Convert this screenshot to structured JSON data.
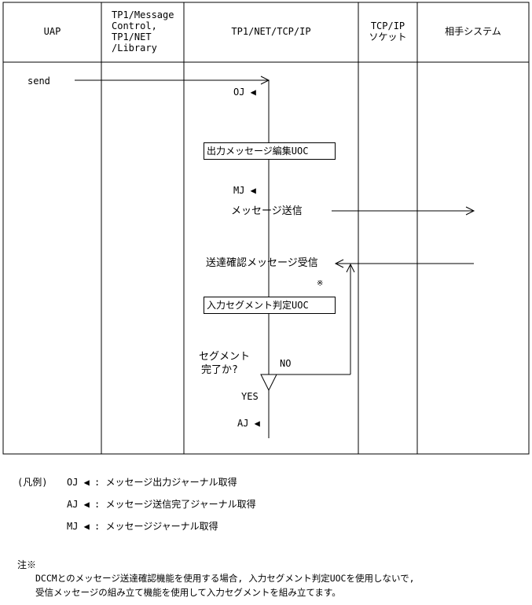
{
  "header": {
    "col1": "UAP",
    "col2": [
      "TP1/Message",
      "Control,",
      "TP1/NET",
      "/Library"
    ],
    "col3": "TP1/NET/TCP/IP",
    "col4": [
      "TCP/IP",
      "ソケット"
    ],
    "col5": "相手システム"
  },
  "flow": {
    "send": "send",
    "oj": "OJ ◀",
    "uoc_output": "出力メッセージ編集UOC",
    "mj": "MJ ◀",
    "msg_send": "メッセージ送信",
    "ack_receive": "送達確認メッセージ受信",
    "asterisk": "※",
    "uoc_input": "入力セグメント判定UOC",
    "seg_q1": "セグメント",
    "seg_q2": "完了か?",
    "no": "NO",
    "yes": "YES",
    "aj": "AJ ◀"
  },
  "legend": {
    "title": "(凡例)",
    "items": [
      {
        "code": "OJ ◀",
        "desc": ": メッセージ出力ジャーナル取得"
      },
      {
        "code": "AJ ◀",
        "desc": ": メッセージ送信完了ジャーナル取得"
      },
      {
        "code": "MJ ◀",
        "desc": ": メッセージジャーナル取得"
      }
    ]
  },
  "note": {
    "title": "注※",
    "lines": [
      "DCCMとのメッセージ送達確認機能を使用する場合, 入力セグメント判定UOCを使用しないで,",
      "受信メッセージの組み立て機能を使用して入力セグメントを組み立てます。"
    ]
  }
}
